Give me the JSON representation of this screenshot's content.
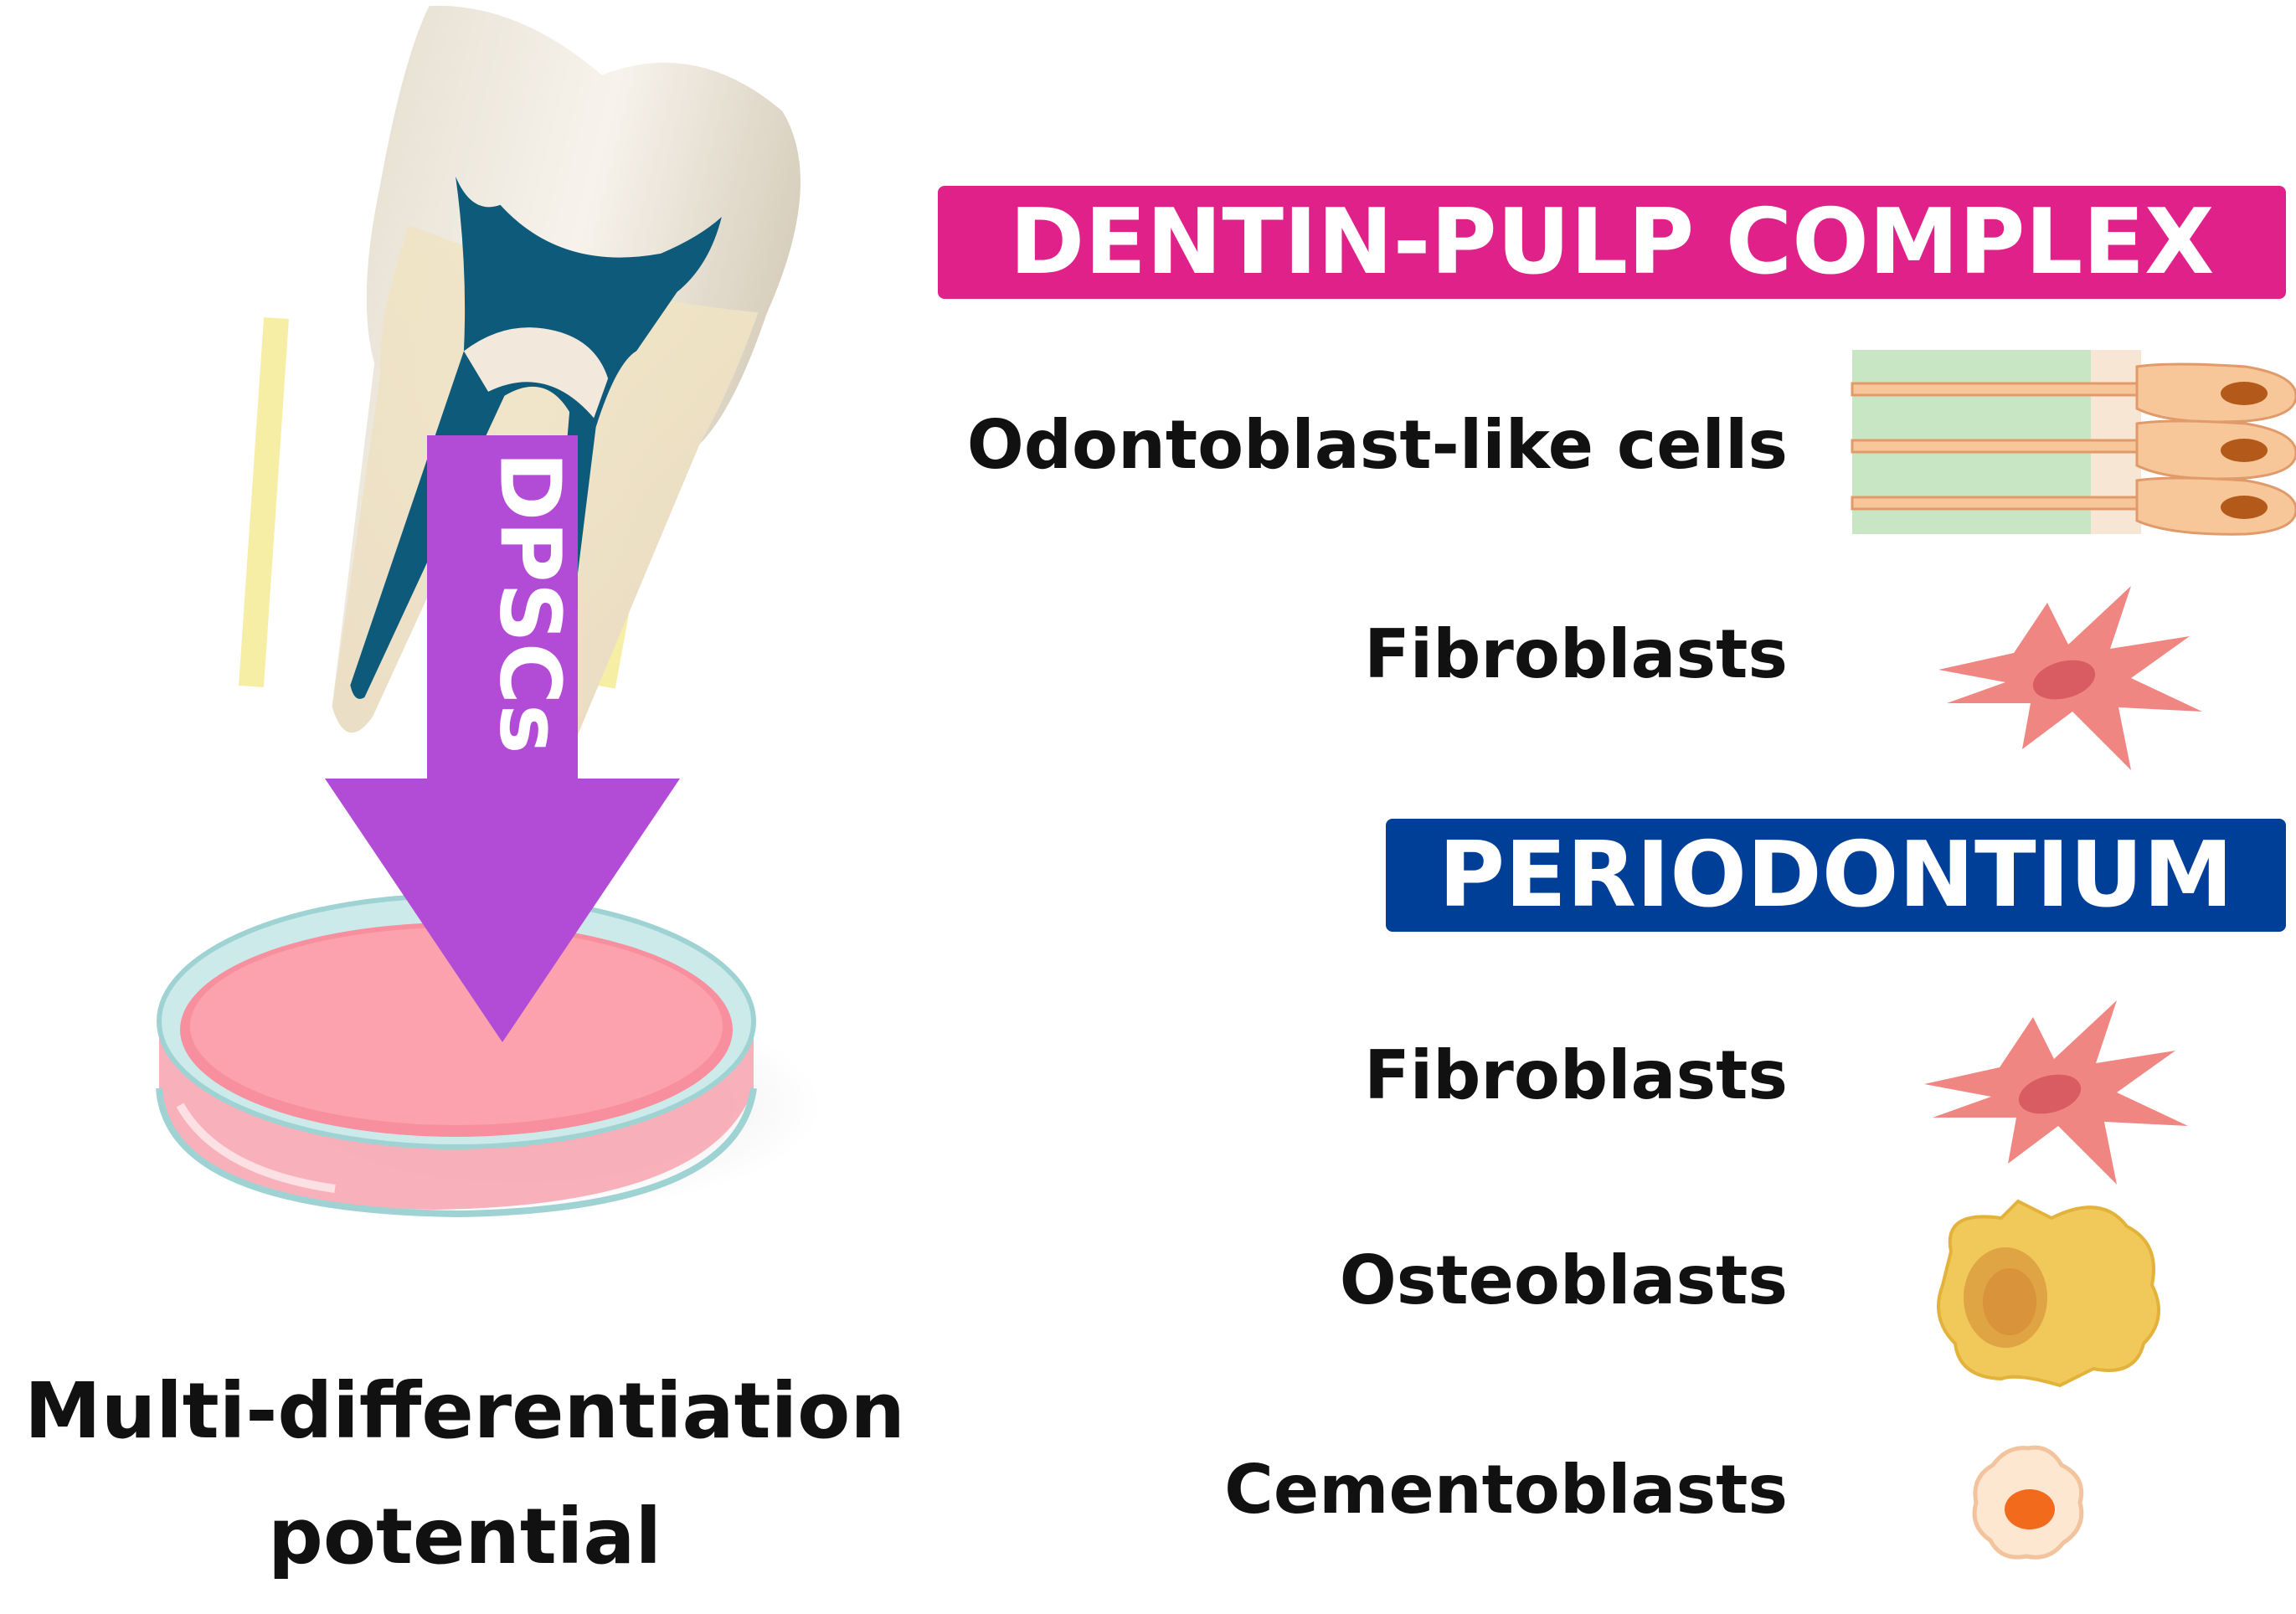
{
  "left": {
    "arrow_label": "DPSCs",
    "caption_line1": "Multi-differentiation",
    "caption_line2": "potential"
  },
  "sections": [
    {
      "title": "DENTIN-PULP COMPLEX",
      "color": "#e0218a",
      "cells": [
        {
          "label": "Odontoblast-like cells",
          "icon": "odontoblast-cells-icon"
        },
        {
          "label": "Fibroblasts",
          "icon": "fibroblast-cell-icon"
        }
      ]
    },
    {
      "title": "PERIODONTIUM",
      "color": "#003f98",
      "cells": [
        {
          "label": "Fibroblasts",
          "icon": "fibroblast-cell-icon"
        },
        {
          "label": "Osteoblasts",
          "icon": "osteoblast-cell-icon"
        },
        {
          "label": "Cementoblasts",
          "icon": "cementoblast-cell-icon"
        }
      ]
    }
  ],
  "colors": {
    "arrow": "#b24bd6",
    "pulp": "#0d5a7a",
    "dish_medium": "#f7a3ad",
    "fibroblast": "#f08682",
    "osteoblast": "#f0c95a",
    "cementoblast_nucleus": "#f26a1b"
  }
}
